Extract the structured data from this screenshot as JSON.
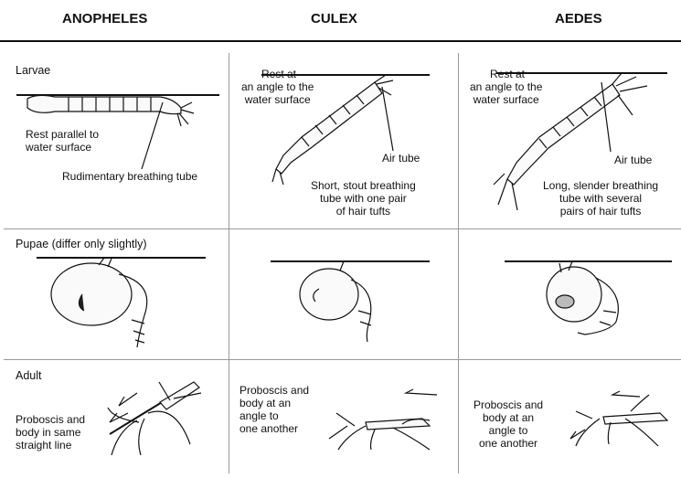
{
  "columns": {
    "anopheles": "ANOPHELES",
    "culex": "CULEX",
    "aedes": "AEDES"
  },
  "rows": {
    "larvae": "Larvae",
    "pupae": "Pupae (differ only slightly)",
    "adult": "Adult"
  },
  "larvae": {
    "anopheles": {
      "rest": [
        "Rest parallel to",
        "water surface"
      ],
      "tube": "Rudimentary breathing tube"
    },
    "culex": {
      "rest": [
        "Rest at",
        "an angle to the",
        "water surface"
      ],
      "air": "Air tube",
      "desc": [
        "Short, stout breathing",
        "tube with one pair",
        "of hair tufts"
      ]
    },
    "aedes": {
      "rest": [
        "Rest at",
        "an angle to the",
        "water surface"
      ],
      "air": "Air tube",
      "desc": [
        "Long, slender breathing",
        "tube with several",
        "pairs of hair tufts"
      ]
    }
  },
  "adult": {
    "anopheles": [
      "Proboscis and",
      "body in same",
      "straight line"
    ],
    "culex": [
      "Proboscis and",
      "body at an",
      "angle to",
      "one another"
    ],
    "aedes": [
      "Proboscis and",
      "body at an",
      "angle to",
      "one another"
    ]
  }
}
